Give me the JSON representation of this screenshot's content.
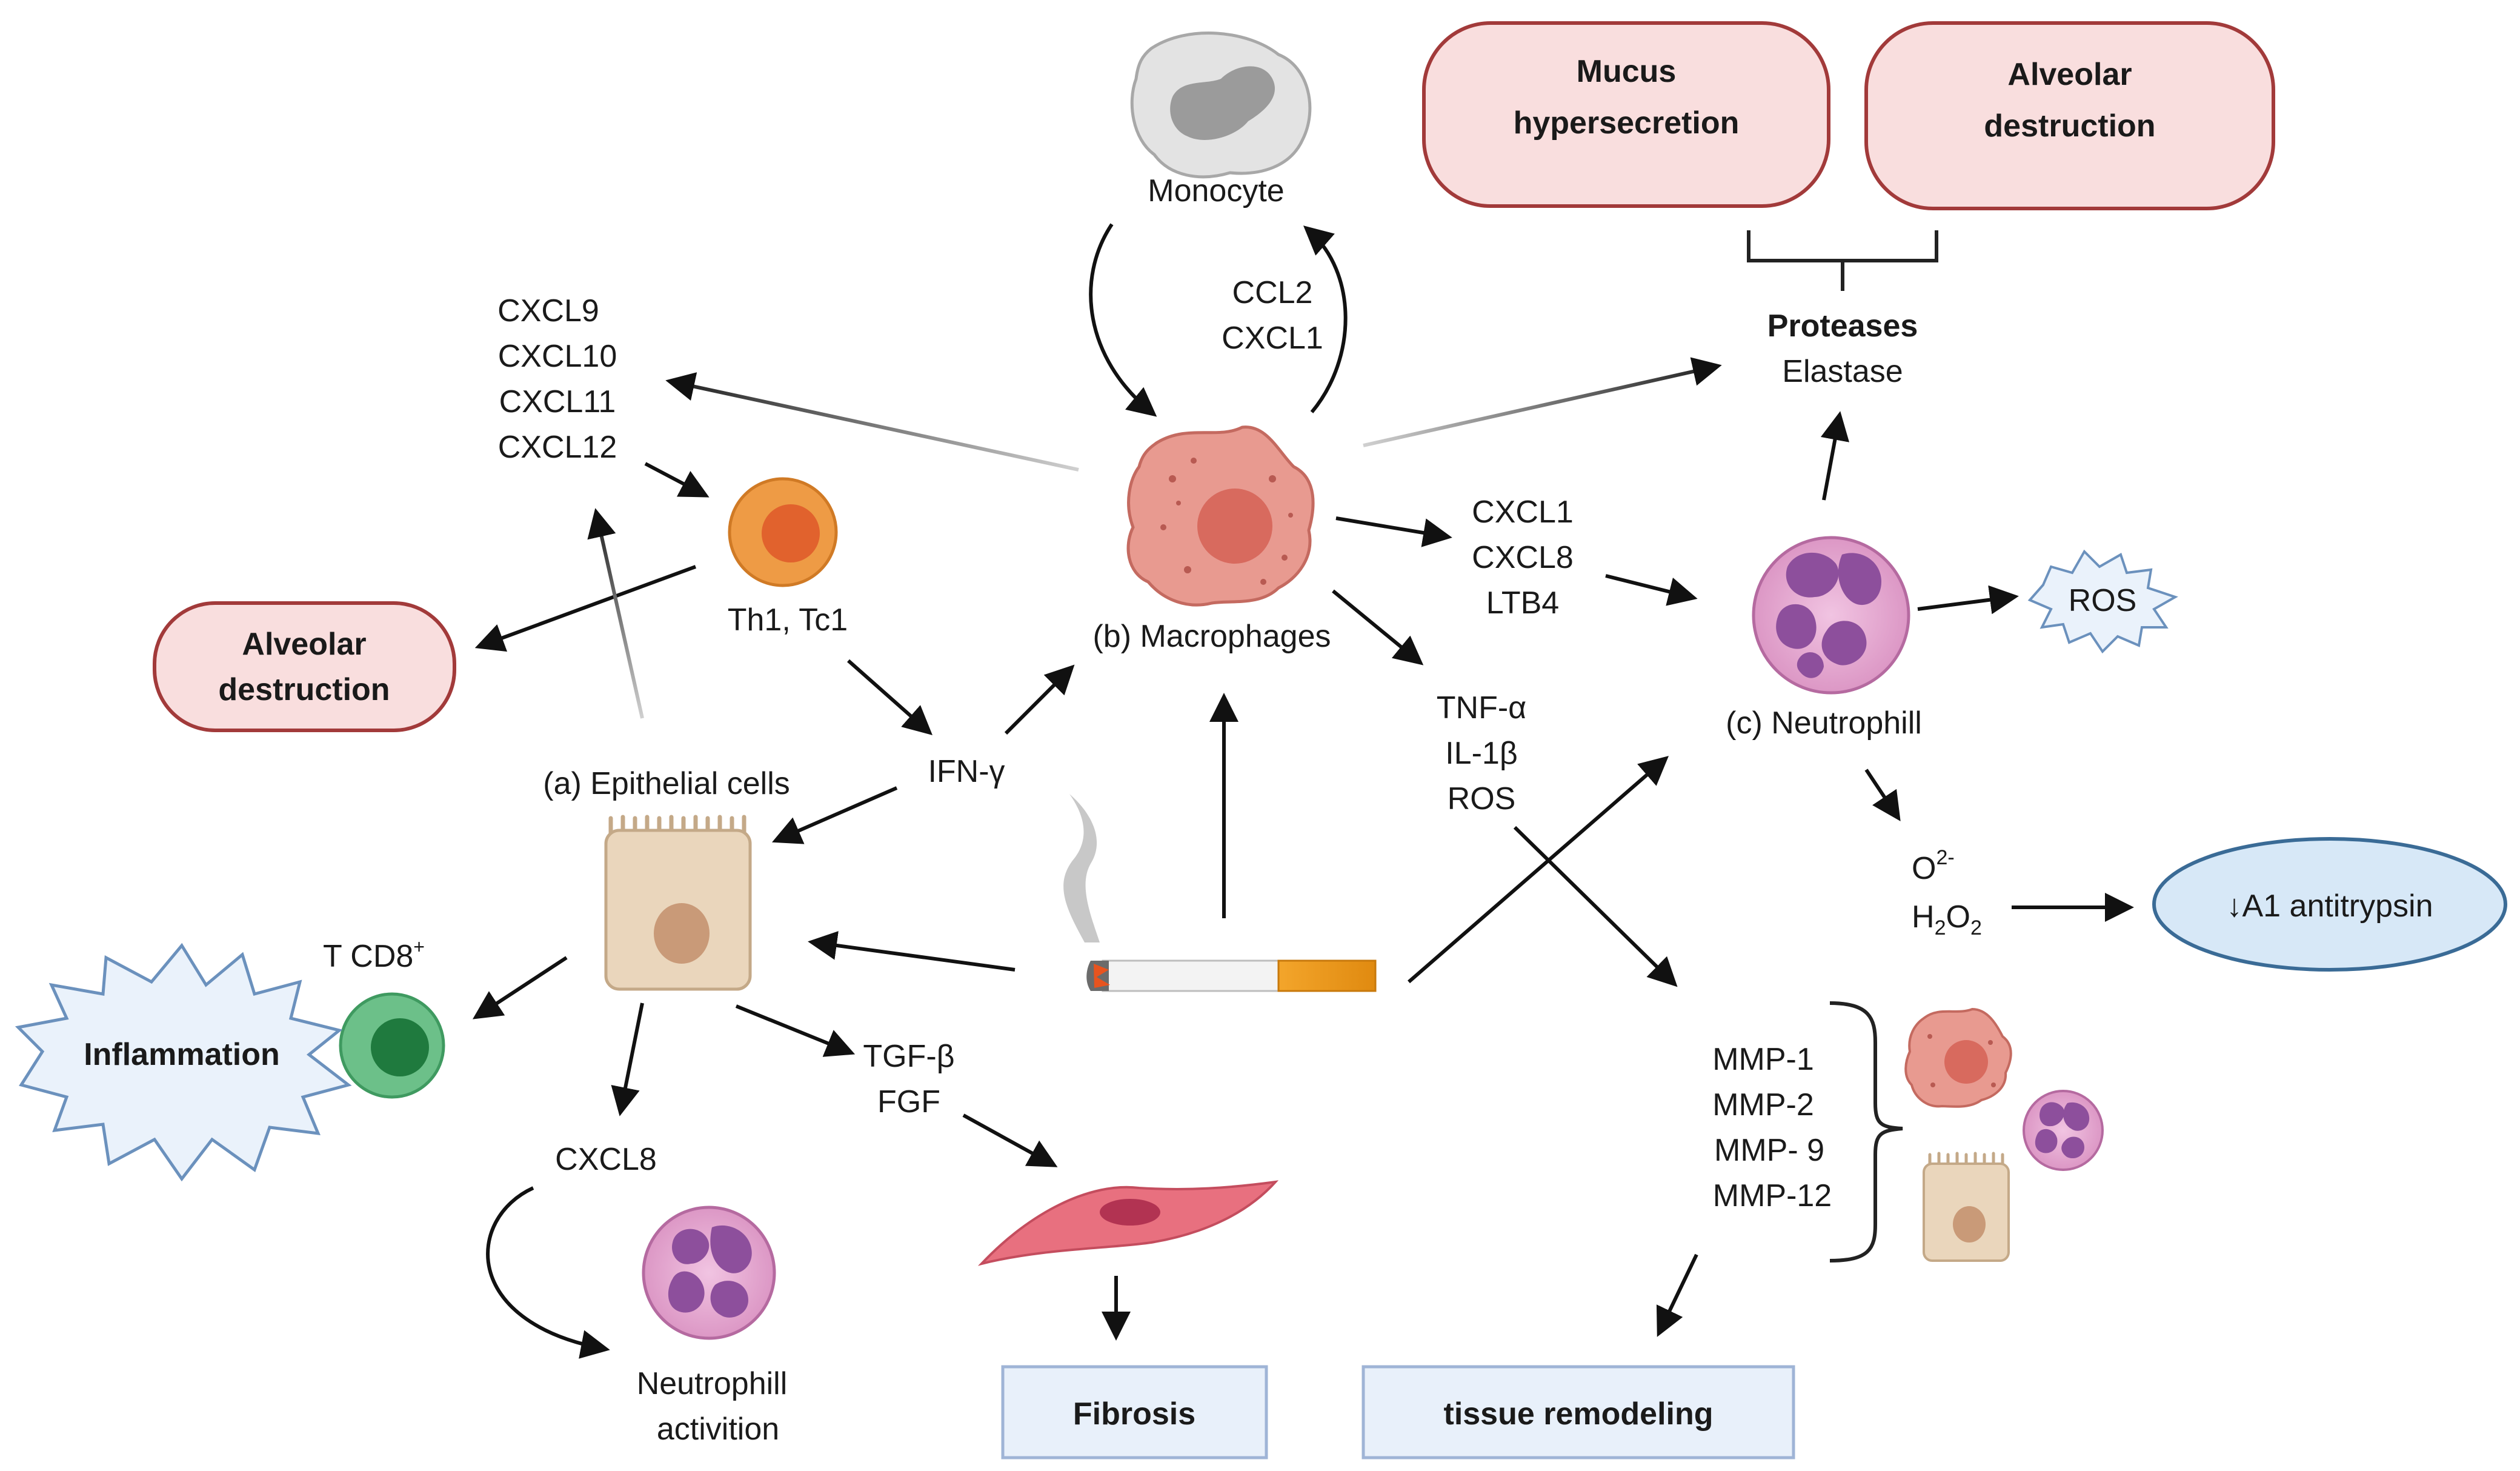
{
  "colors": {
    "red_box_fill": "#f9dede",
    "red_box_stroke": "#a23a3a",
    "blue_box_fill": "#e8f0fa",
    "blue_box_stroke": "#9fb4d6",
    "antitrypsin_fill": "#d7e8f7",
    "antitrypsin_stroke": "#3a6b96",
    "star_fill": "#eaf2fb",
    "star_stroke": "#6b91bd",
    "macrophage": "#e89a90",
    "neutrophil": "#e9a9d2",
    "neutrophil_nucleus": "#8d4f9c",
    "epithelial": "#ead6bc",
    "tcell": "#ee9b45",
    "tcd8": "#6cc089",
    "fibroblast": "#e8707f",
    "monocyte": "#e3e3e3"
  },
  "icons": [
    "monocyte-icon",
    "macrophage-icon",
    "neutrophil-icon",
    "epithelial-cell-icon",
    "th1-tc1-cell-icon",
    "t-cd8-cell-icon",
    "fibroblast-icon",
    "cigarette-icon",
    "smoke-icon"
  ],
  "boxes": {
    "mucus": [
      "Mucus",
      "hypersecretion"
    ],
    "alveolar_top": [
      "Alveolar",
      "destruction"
    ],
    "alveolar_left": [
      "Alveolar",
      "destruction"
    ],
    "fibrosis": "Fibrosis",
    "tissue_remodeling": "tissue remodeling",
    "antitrypsin": "↓A1 antitrypsin"
  },
  "stars": {
    "inflammation": "Inflammation",
    "ros": "ROS"
  },
  "labels": {
    "monocyte": "Monocyte",
    "ccl2": "CCL2",
    "cxcl1_top": "CXCL1",
    "cxcl9": "CXCL9",
    "cxcl10": "CXCL10",
    "cxcl11": "CXCL11",
    "cxcl12": "CXCL12",
    "th1tc1": "Th1, Tc1",
    "macrophages": "(b) Macrophages",
    "proteases": "Proteases",
    "elastase": "Elastase",
    "cxcl1": "CXCL1",
    "cxcl8": "CXCL8",
    "ltb4": "LTB4",
    "tnf": "TNF-α",
    "il1b": "IL-1β",
    "ros_mid": "ROS",
    "neutrophill": "(c) Neutrophill",
    "ifn": "IFN-γ",
    "epithelial": "(a) Epithelial cells",
    "tcd8": "T CD8",
    "tcd8_sup": "+",
    "o2": "O",
    "o2_sup": "2-",
    "h2o2_h": "H",
    "h2o2_2a": "2",
    "h2o2_o": "O",
    "h2o2_2b": "2",
    "mmp1": "MMP-1",
    "mmp2": "MMP-2",
    "mmp9": "MMP- 9",
    "mmp12": "MMP-12",
    "tgfb": "TGF-β",
    "fgf": "FGF",
    "cxcl8_bottom": "CXCL8",
    "neutro_act_1": "Neutrophill",
    "neutro_act_2": "activition"
  }
}
